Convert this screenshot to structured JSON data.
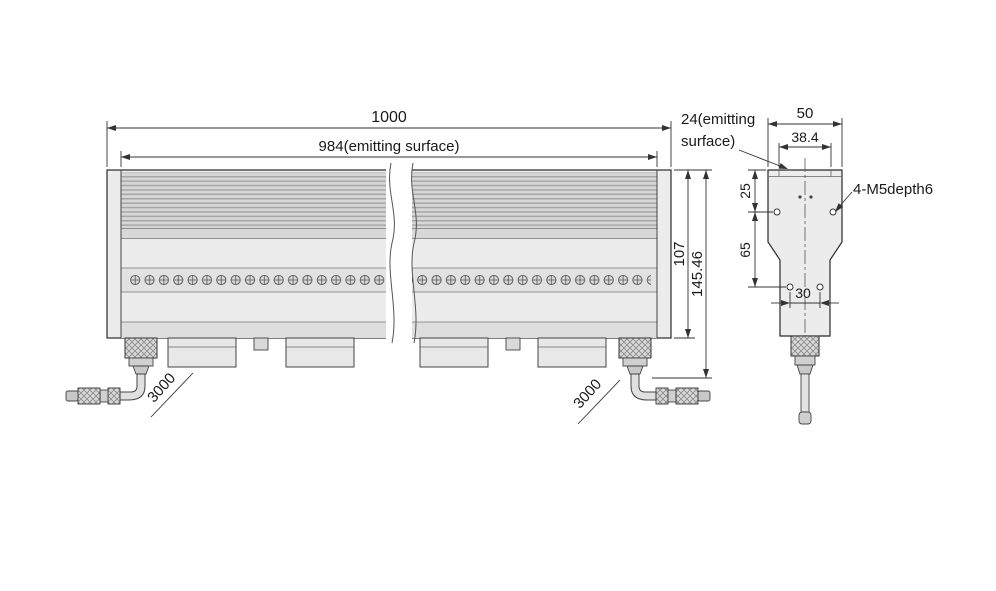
{
  "drawing": {
    "front_view": {
      "dim_overall_width": "1000",
      "dim_emitting_width": "984(emitting surface)",
      "dim_body_height": "107",
      "dim_total_height": "145.46",
      "cable_length_left": "3000",
      "cable_length_right": "3000"
    },
    "side_view": {
      "dim_width": "50",
      "dim_emitting_window_width": "38.4",
      "emitting_label_line1": "24(emitting",
      "emitting_label_line2": "surface)",
      "screw_hole_label": "4-M5depth6",
      "dim_top_to_hole": "25",
      "dim_hole_rows_spacing": "65",
      "dim_bottom_holes_spacing": "30"
    },
    "colors": {
      "line": "#2a2a2a",
      "body_fill": "#ececec",
      "background": "#ffffff"
    }
  }
}
